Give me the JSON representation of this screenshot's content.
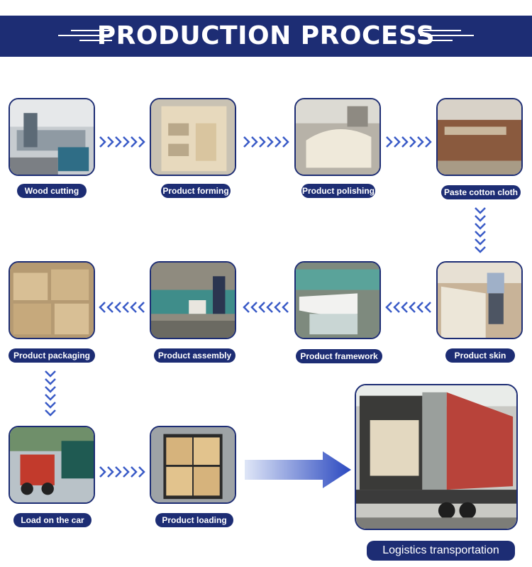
{
  "header": {
    "title": "PRODUCTION PROCESS"
  },
  "steps": [
    {
      "label": "Wood cutting"
    },
    {
      "label": "Product forming"
    },
    {
      "label": "Product polishing"
    },
    {
      "label": "Paste cotton cloth"
    },
    {
      "label": "Product skin"
    },
    {
      "label": "Product framework"
    },
    {
      "label": "Product assembly"
    },
    {
      "label": "Product packaging"
    },
    {
      "label": "Load on the car"
    },
    {
      "label": "Product loading"
    },
    {
      "label": "Logistics transportation"
    }
  ],
  "colors": {
    "primary": "#1d2d74",
    "chevron": "#3a5bc7"
  }
}
